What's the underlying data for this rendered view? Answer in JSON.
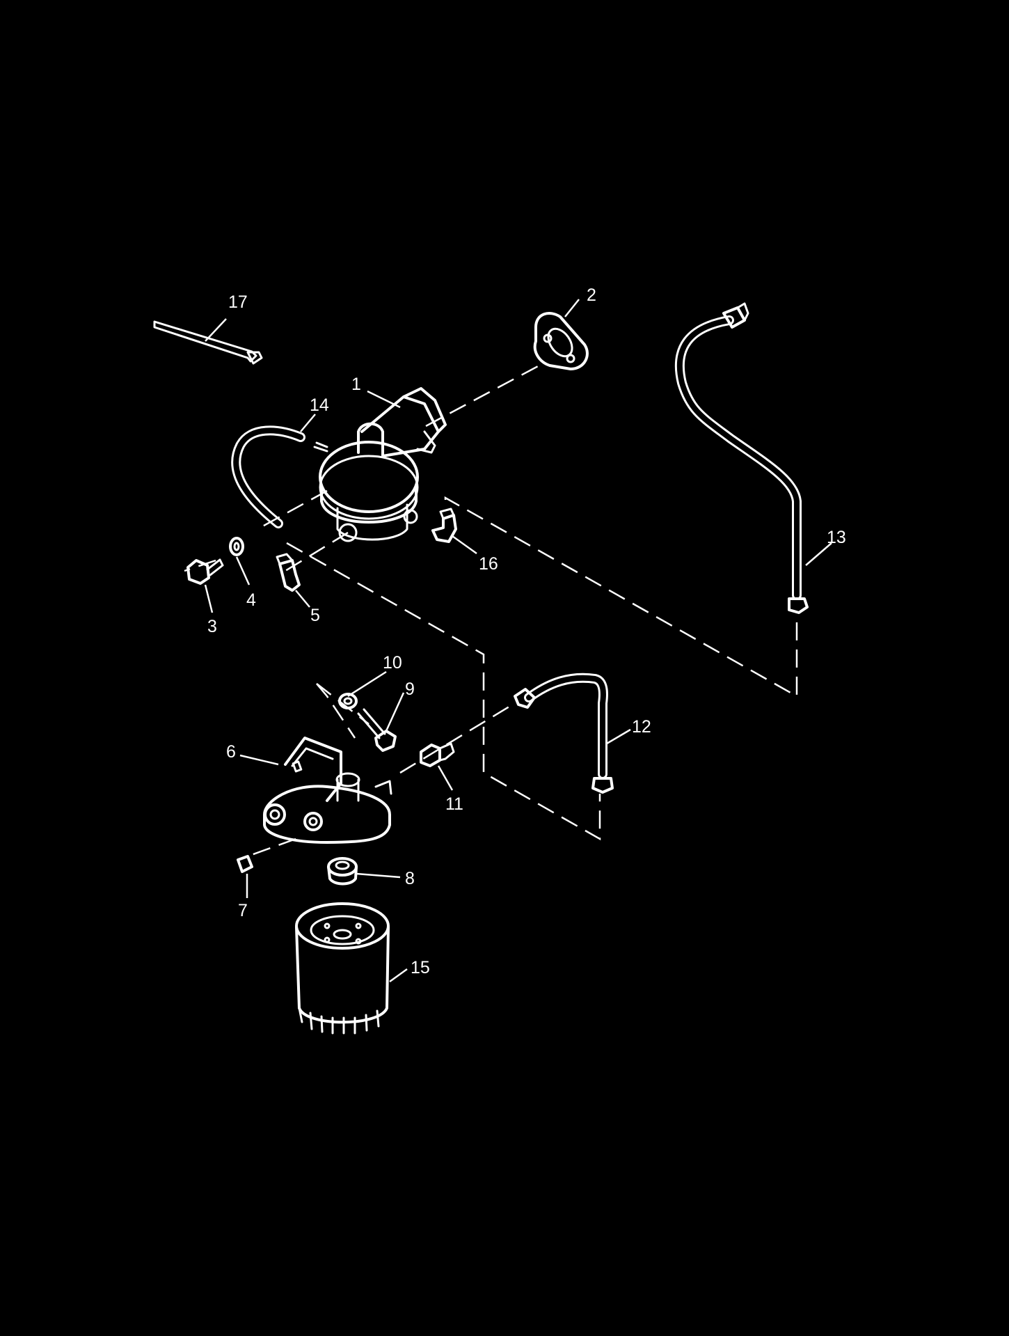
{
  "diagram": {
    "background": "#000000",
    "line_color": "#ffffff",
    "callouts": [
      {
        "id": "c1",
        "label": "1"
      },
      {
        "id": "c2",
        "label": "2"
      },
      {
        "id": "c3",
        "label": "3"
      },
      {
        "id": "c4",
        "label": "4"
      },
      {
        "id": "c5",
        "label": "5"
      },
      {
        "id": "c6",
        "label": "6"
      },
      {
        "id": "c7",
        "label": "7"
      },
      {
        "id": "c8",
        "label": "8"
      },
      {
        "id": "c9",
        "label": "9"
      },
      {
        "id": "c10",
        "label": "10"
      },
      {
        "id": "c11",
        "label": "11"
      },
      {
        "id": "c12",
        "label": "12"
      },
      {
        "id": "c13",
        "label": "13"
      },
      {
        "id": "c14",
        "label": "14"
      },
      {
        "id": "c15",
        "label": "15"
      },
      {
        "id": "c16",
        "label": "16"
      },
      {
        "id": "c17",
        "label": "17"
      }
    ]
  }
}
